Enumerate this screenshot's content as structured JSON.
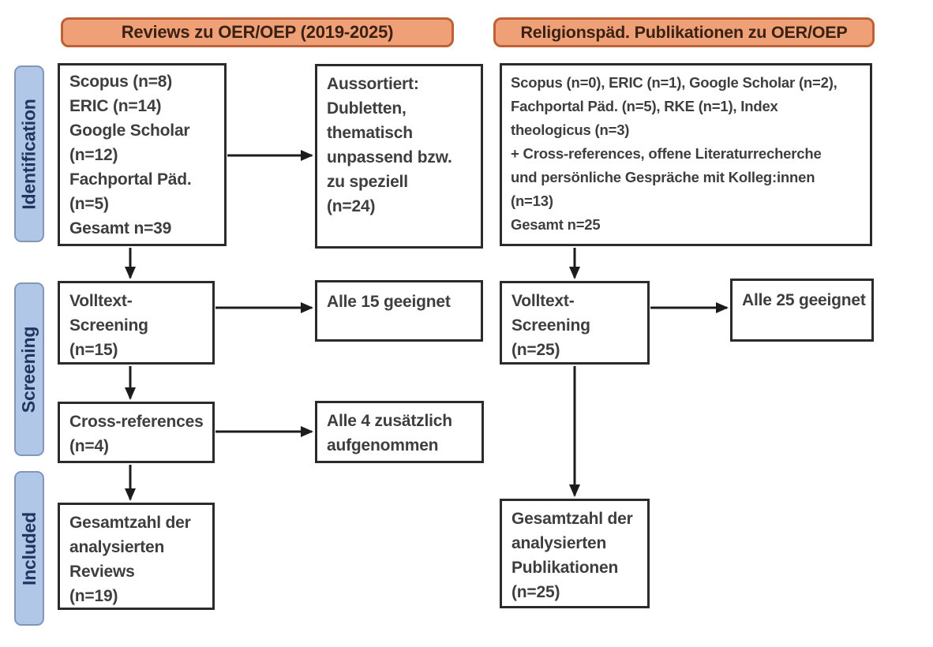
{
  "diagram_title": "PRISMA-style literature flow diagram",
  "headers": {
    "left": "Reviews zu OER/OEP (2019-2025)",
    "right": "Religionspäd. Publikationen zu OER/OEP"
  },
  "stage_labels": {
    "identification": "Identification",
    "screening": "Screening",
    "included": "Included"
  },
  "boxes": {
    "sources_reviews": "Scopus (n=8)\nERIC (n=14)\nGoogle Scholar\n(n=12)\nFachportal Päd.\n(n=5)\nGesamt n=39",
    "aussortiert": "Aussortiert:\nDubletten,\nthematisch\nunpassend bzw.\nzu speziell\n(n=24)",
    "sources_relpaed": "Scopus (n=0), ERIC (n=1), Google Scholar (n=2),\nFachportal Päd. (n=5), RKE (n=1), Index\ntheologicus (n=3)\n+ Cross-references, offene Literaturrecherche\nund persönliche Gespräche mit Kolleg:innen\n(n=13)\nGesamt n=25",
    "volltext_reviews": "Volltext-\nScreening\n(n=15)",
    "alle15": "Alle 15 geeignet",
    "crossref": "Cross-references\n(n=4)",
    "alle4": "Alle 4 zusätzlich\naufgenommen",
    "included_reviews": "Gesamtzahl der\nanalysierten\nReviews\n(n=19)",
    "volltext_relpaed": "Volltext-\nScreening\n(n=25)",
    "alle25": "Alle 25 geeignet",
    "included_relpaed": "Gesamtzahl der\nanalysierten\nPublikationen\n(n=25)"
  },
  "colors": {
    "header_fill": "#efa077",
    "header_border": "#bd6236",
    "header_text": "#3a2113",
    "stage_fill": "#b0c7e7",
    "stage_border": "#8196b8",
    "stage_text": "#21365e",
    "box_border": "#2b2b2b",
    "box_text": "#3e3e3e",
    "arrow": "#1c1c1c",
    "background": "#ffffff"
  }
}
